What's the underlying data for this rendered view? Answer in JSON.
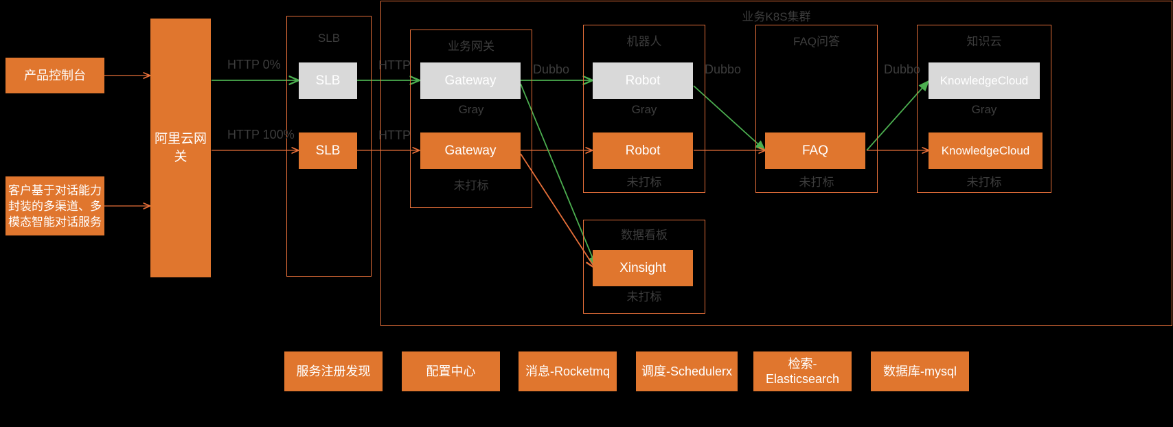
{
  "diagram": {
    "title": "",
    "colors": {
      "background": "#000000",
      "orange": "#e0762e",
      "orange_border": "#e8703a",
      "gray": "#d9d9d9",
      "green_edge": "#4caf50",
      "orange_edge": "#e8703a",
      "label_text": "#3d3d3d",
      "node_text": "#ffffff"
    }
  },
  "left_sources": [
    {
      "label": "产品控制台"
    },
    {
      "label": "客户基于对话能力\n封装的多渠道、多\n模态智能对话服务"
    }
  ],
  "cloud_gateway": {
    "label": "阿里云网\n关"
  },
  "edge_labels": {
    "http_0": "HTTP  0%",
    "http_100": "HTTP 100%",
    "http_slb_gray": "HTTP",
    "http_slb_plain": "HTTP",
    "dubbo_gw_robot": "Dubbo",
    "dubbo_robot_faq": "Dubbo",
    "dubbo_faq_kc": "Dubbo"
  },
  "groups": [
    {
      "name": "slb-group",
      "title": "SLB",
      "gray_node": "SLB",
      "orange_node": "SLB",
      "gray_label": "",
      "orange_label": ""
    },
    {
      "name": "k8s-cluster",
      "title": "业务K8S集群"
    },
    {
      "name": "gateway-group",
      "title": "业务网关",
      "gray_node": "Gateway",
      "gray_label": "Gray",
      "orange_node": "Gateway",
      "orange_label": "未打标"
    },
    {
      "name": "robot-group",
      "title": "机器人",
      "gray_node": "Robot",
      "gray_label": "Gray",
      "orange_node": "Robot",
      "orange_label": "未打标"
    },
    {
      "name": "faq-group",
      "title": "FAQ问答",
      "orange_node": "FAQ",
      "orange_label": "未打标"
    },
    {
      "name": "knowledgecloud-group",
      "title": "知识云",
      "gray_node": "KnowledgeCloud",
      "gray_label": "Gray",
      "orange_node": "KnowledgeCloud",
      "orange_label": "未打标"
    },
    {
      "name": "xinsight-group",
      "title": "数据看板",
      "orange_node": "Xinsight",
      "orange_label": "未打标"
    }
  ],
  "infrastructure": [
    {
      "label": "服务注册发现"
    },
    {
      "label": "配置中心"
    },
    {
      "label": "消息-Rocketmq"
    },
    {
      "label": "调度-Schedulerx"
    },
    {
      "label": "检索-\nElasticsearch"
    },
    {
      "label": "数据库-mysql"
    }
  ]
}
